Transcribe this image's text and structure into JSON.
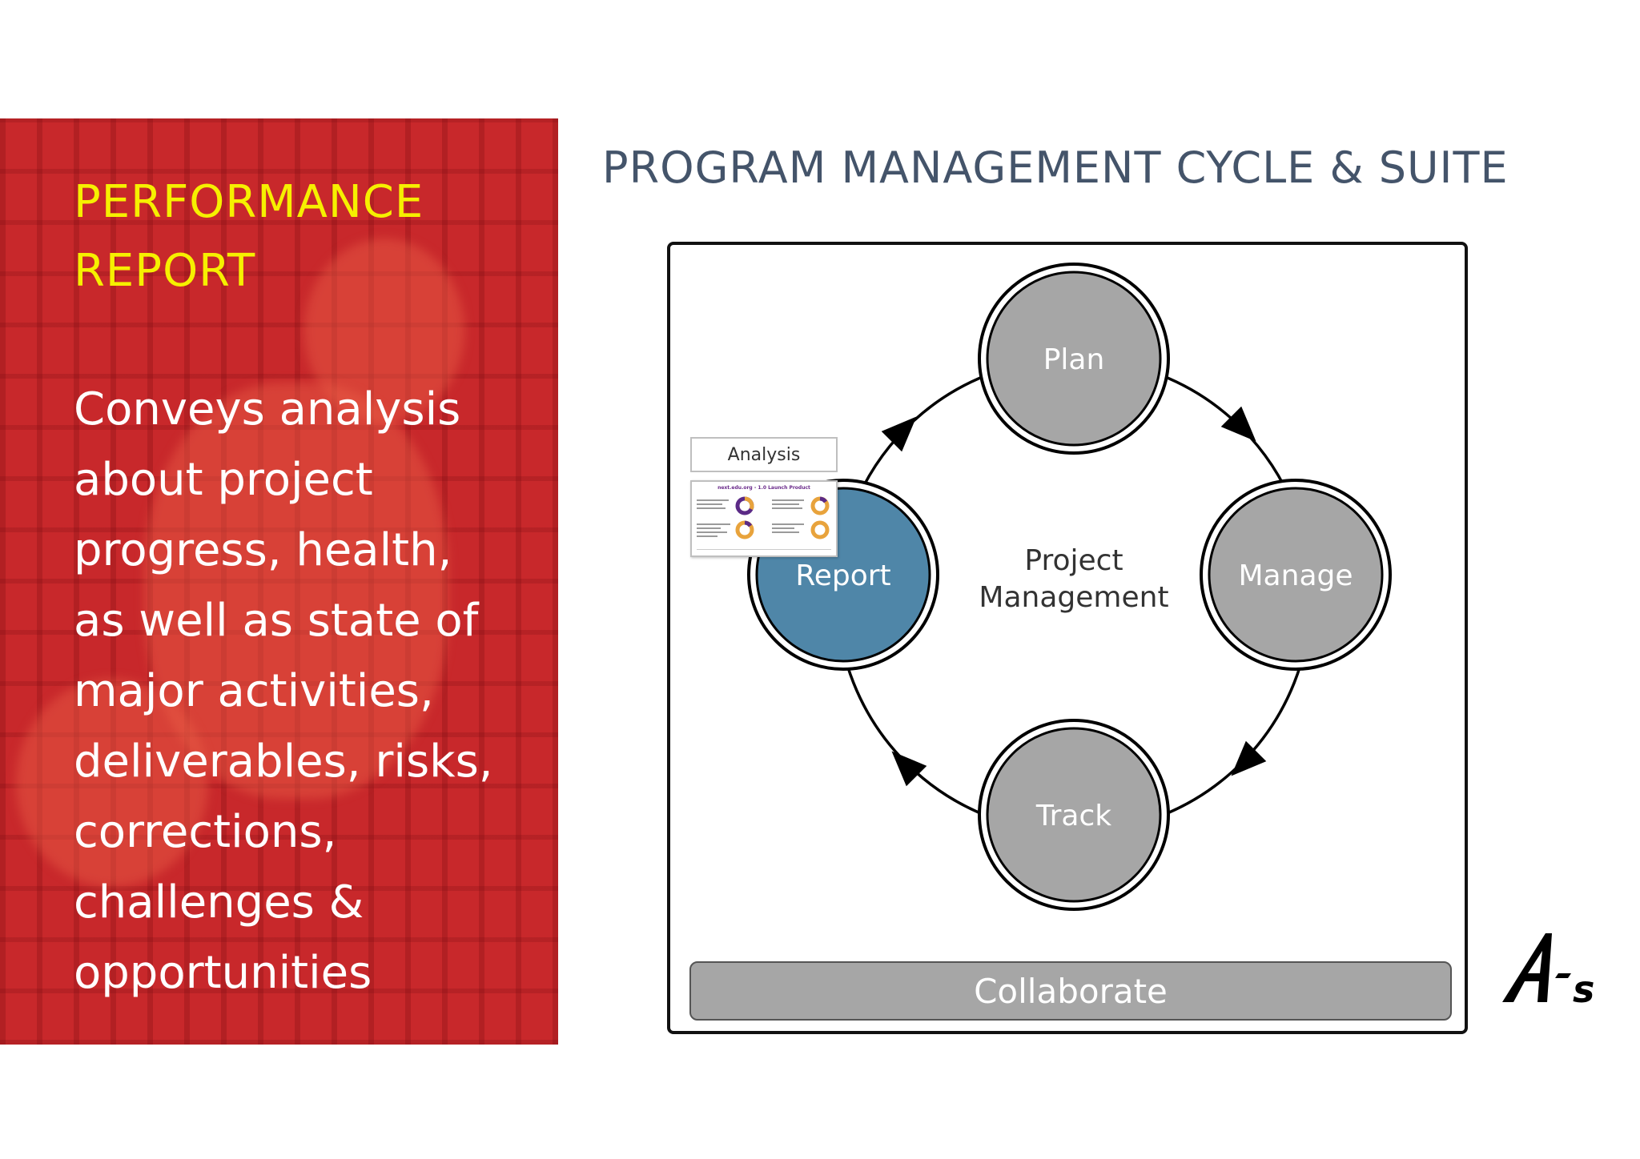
{
  "left_panel": {
    "title_lines": [
      "PERFORMANCE",
      "REPORT"
    ],
    "body_lines": [
      "Conveys  analysis",
      "about project",
      "progress, health,",
      "as well as state of",
      "major activities,",
      "deliverables, risks,",
      "corrections,",
      "challenges &",
      "opportunities"
    ],
    "title_color": "#f6f000",
    "background_color": "#c8282b"
  },
  "main_title": "PROGRAM MANAGEMENT CYCLE & SUITE",
  "diagram": {
    "nodes": {
      "plan": "Plan",
      "manage": "Manage",
      "track": "Track",
      "report": "Report"
    },
    "center_lines": [
      "Project",
      "Management"
    ],
    "collaborate": "Collaborate",
    "analysis_label": "Analysis",
    "thumbnail_title": "next.edu.org - 1.0 Launch Product",
    "colors": {
      "node_gray": "#a6a6a6",
      "node_highlight": "#4f86a8",
      "collab_gray": "#a6a6a6",
      "donut_purple": "#5b2a86",
      "donut_orange": "#e8a33c"
    }
  },
  "logo": {
    "text": "A's"
  }
}
